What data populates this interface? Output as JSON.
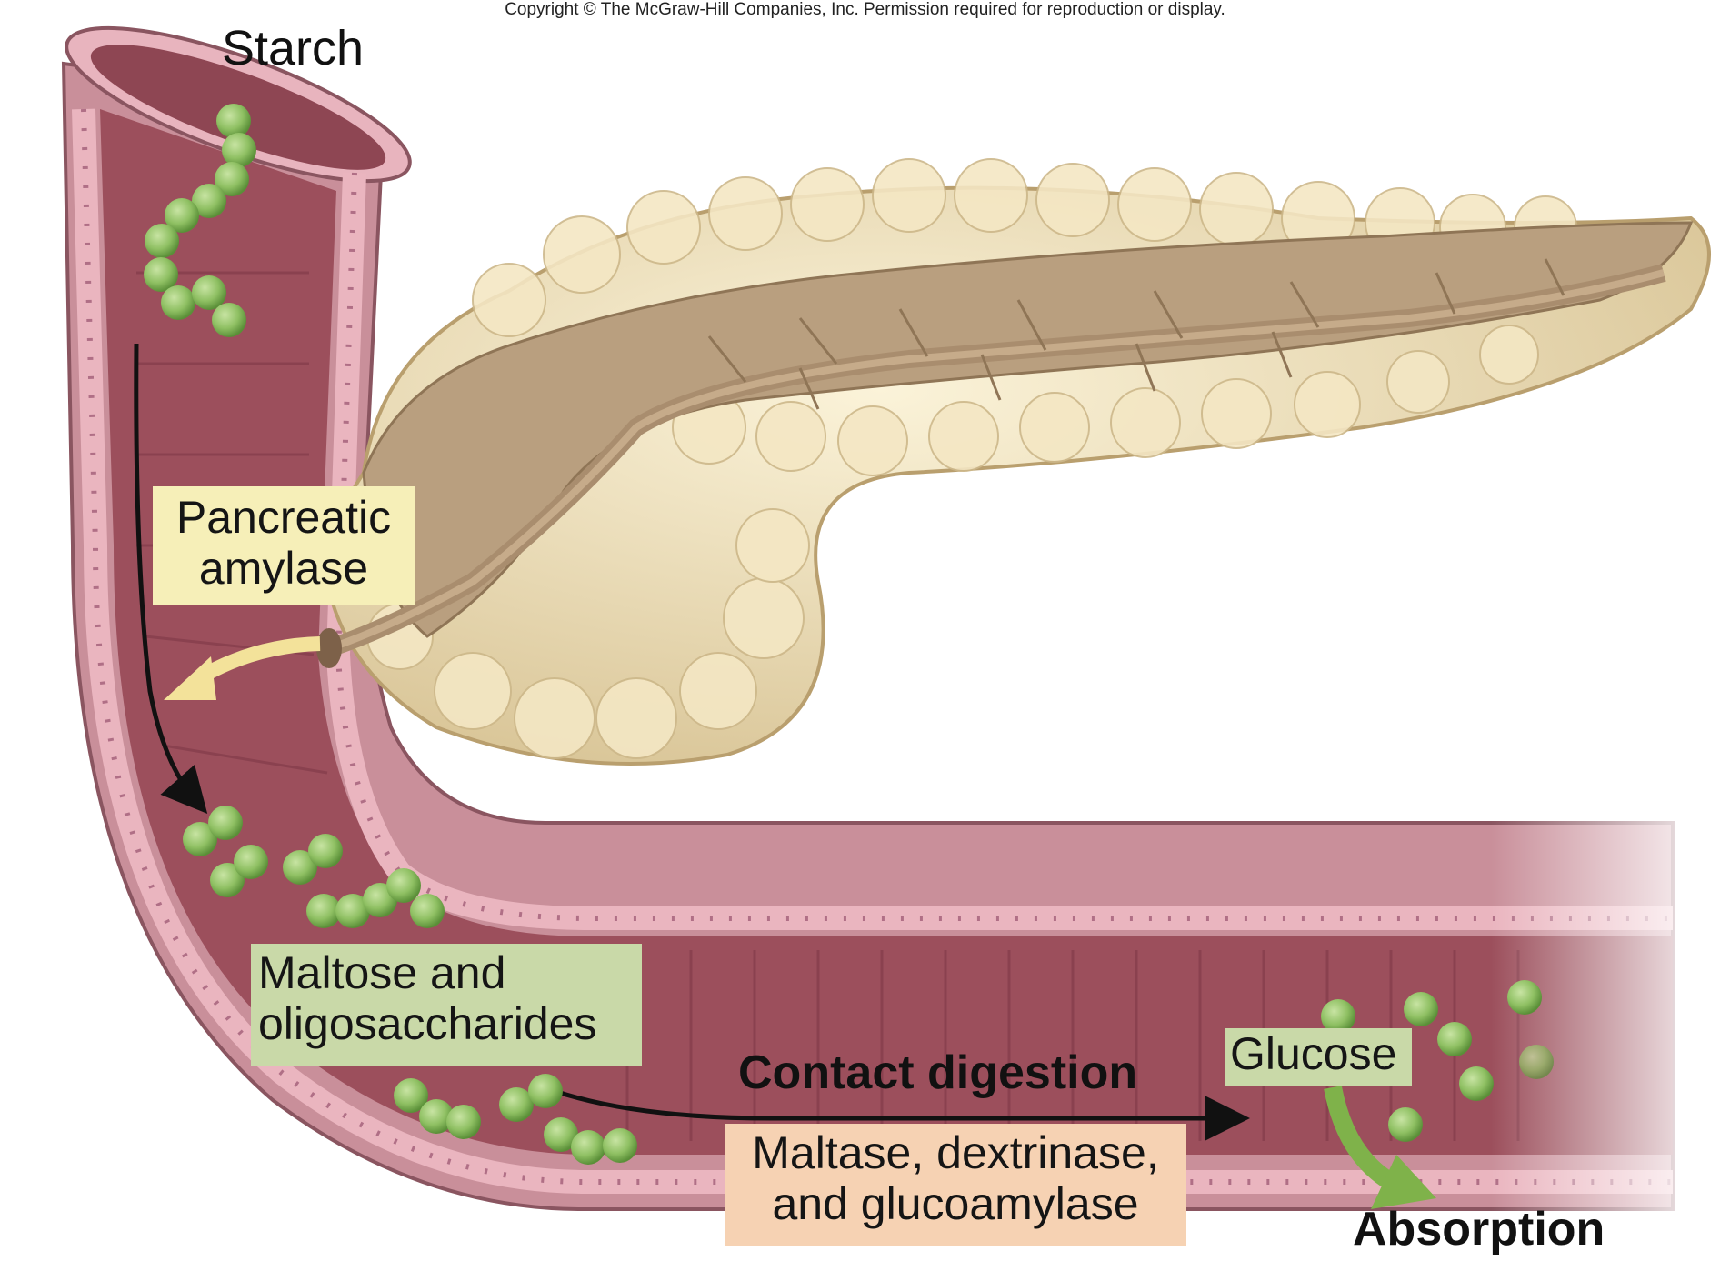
{
  "copyright": "Copyright © The McGraw-Hill Companies, Inc. Permission required for reproduction or display.",
  "labels": {
    "starch": "Starch",
    "pancreatic_amylase": [
      "Pancreatic",
      "amylase"
    ],
    "maltose": [
      "Maltose and",
      "oligosaccharides"
    ],
    "contact_digestion": "Contact digestion",
    "enzymes": [
      "Maltase, dextrinase,",
      "and glucoamylase"
    ],
    "glucose": "Glucose",
    "absorption": "Absorption"
  },
  "colors": {
    "intestine_wall": "#c98f9a",
    "lumen": "#9c4f5c",
    "epithelium": "#eab5bf",
    "pancreas": "#e9dab2",
    "pancreatic_duct": "#a98d6e",
    "molecule": "#8fc063",
    "amylase_box": "#f6efb8",
    "sugar_box": "#c9d9a8",
    "enzyme_box": "#f6d2b3",
    "absorption_arrow": "#7fb24a",
    "amylase_arrow": "#f3e29a"
  }
}
